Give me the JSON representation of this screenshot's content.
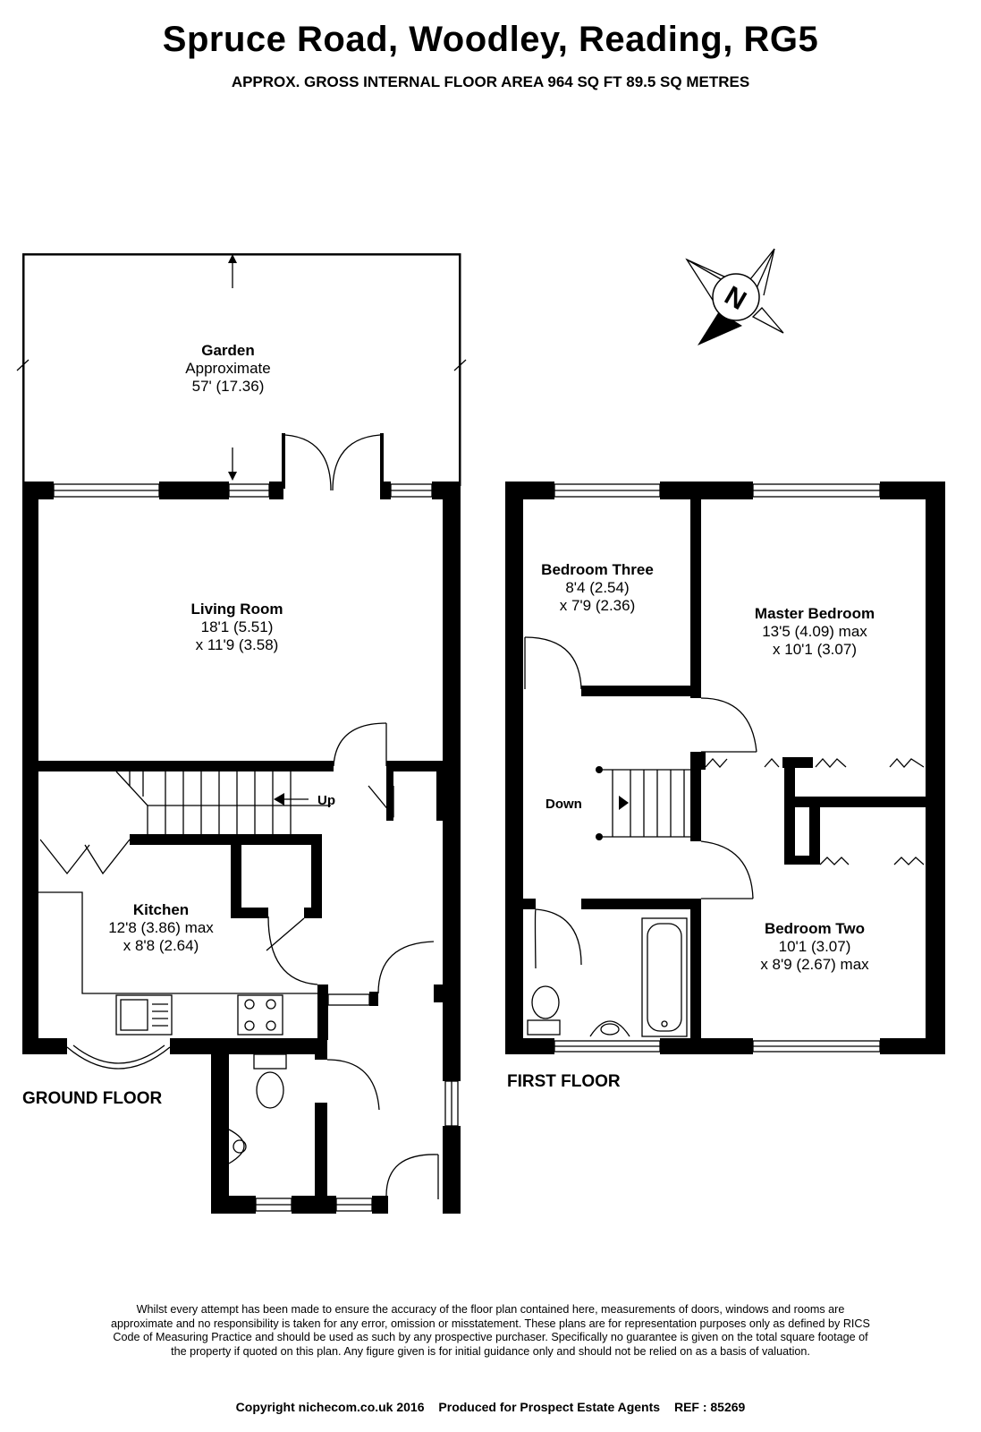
{
  "header": {
    "title": "Spruce Road, Woodley, Reading, RG5",
    "subtitle": "APPROX. GROSS INTERNAL FLOOR AREA 964 SQ FT 89.5 SQ METRES"
  },
  "ground_floor": {
    "label": "GROUND FLOOR",
    "garden": {
      "name": "Garden",
      "line1": "Approximate",
      "line2": "57' (17.36)"
    },
    "living_room": {
      "name": "Living Room",
      "line1": "18'1 (5.51)",
      "line2": "x 11'9 (3.58)"
    },
    "kitchen": {
      "name": "Kitchen",
      "line1": "12'8 (3.86) max",
      "line2": "x 8'8 (2.64)"
    },
    "stairs_label": "Up"
  },
  "first_floor": {
    "label": "FIRST FLOOR",
    "bedroom_three": {
      "name": "Bedroom Three",
      "line1": "8'4 (2.54)",
      "line2": "x 7'9 (2.36)"
    },
    "master_bedroom": {
      "name": "Master Bedroom",
      "line1": "13'5 (4.09) max",
      "line2": "x 10'1 (3.07)"
    },
    "bedroom_two": {
      "name": "Bedroom Two",
      "line1": "10'1 (3.07)",
      "line2": "x 8'9 (2.67) max"
    },
    "stairs_label": "Down"
  },
  "compass": {
    "letter": "N"
  },
  "disclaimer": "Whilst every attempt has been made to ensure the accuracy of the floor plan contained here, measurements of doors, windows and rooms are approximate and no responsibility is taken for any error, omission or misstatement. These plans are for representation purposes only as defined by RICS Code of Measuring Practice and should be used as such by any prospective purchaser. Specifically no guarantee is given on the total square footage of the property if quoted on this plan. Any figure given is for initial guidance only and should not be relied on as a basis of valuation.",
  "footer": {
    "copyright": "Copyright nichecom.co.uk 2016",
    "produced_for": "Produced for Prospect Estate Agents",
    "ref": "REF : 85269"
  }
}
